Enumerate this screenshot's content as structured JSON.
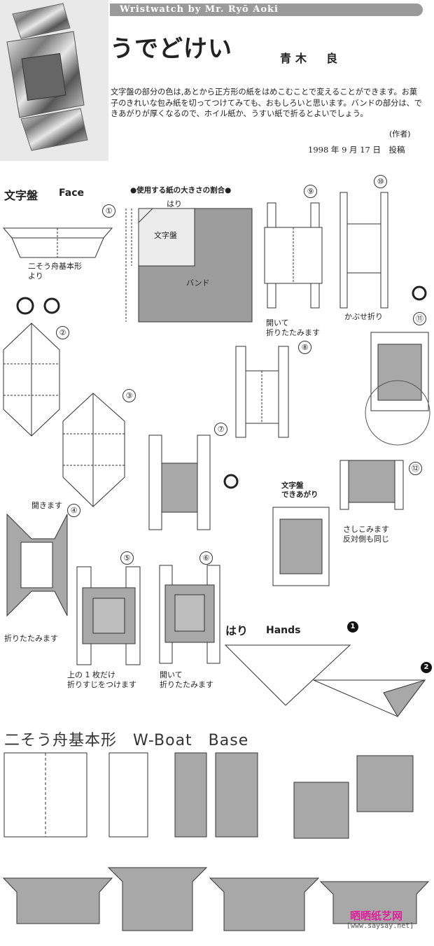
{
  "header": {
    "banner": "Wristwatch by Mr. Ryō Aoki",
    "title": "うでどけい",
    "author": "青木　良",
    "description": "文字盤の部分の色は,あとから正方形の紙をはめこむことで変えることができます。お菓子のきれいな包み紙を切ってつけてみても、おもしろいと思います。バンドの部分は、できあがりが厚くなるので、ホイル紙か、うすい紙で折るとよいでしょう。",
    "credit": "(作者)",
    "date": "1998 年 9 月 17 日　投稿"
  },
  "face_section": {
    "title_ja": "文字盤",
    "title_en": "Face"
  },
  "paper_ratio": {
    "title": "●使用する紙の大きさの割合●",
    "label_hands": "はり",
    "label_face": "文字盤",
    "label_band": "バンド"
  },
  "steps": {
    "s1": "①",
    "s2": "②",
    "s3": "③",
    "s4": "④",
    "s5": "⑤",
    "s6": "⑥",
    "s7": "⑦",
    "s8": "⑧",
    "s9": "⑨",
    "s10": "⑩",
    "s11": "⑪",
    "s12": "⑫"
  },
  "labels": {
    "from_wboat": "二そう舟基本形\nより",
    "open": "開きます",
    "fold_flat": "折りたたみます",
    "crease_top": "上の 1 枚だけ\n折りすじをつけます",
    "open_fold": "開いて\n折りたたみます",
    "open_fold_9": "開いて\n折りたたみます",
    "cover_fold": "かぶせ折り",
    "face_done": "文字盤\nできあがり",
    "insert": "さしこみます\n反対側も同じ"
  },
  "hands_section": {
    "title_ja": "はり",
    "title_en": "Hands",
    "n1": "1",
    "n2": "2"
  },
  "wboat_section": {
    "title": "二そう舟基本形　W-Boat　Base"
  },
  "watermark": {
    "brand": "晒晒纸艺网",
    "url": "[www.saysay.net]"
  },
  "colors": {
    "gray_paper": "#a8a8a8",
    "banner": "#9a9a9a",
    "watermark": "#e0209b"
  }
}
